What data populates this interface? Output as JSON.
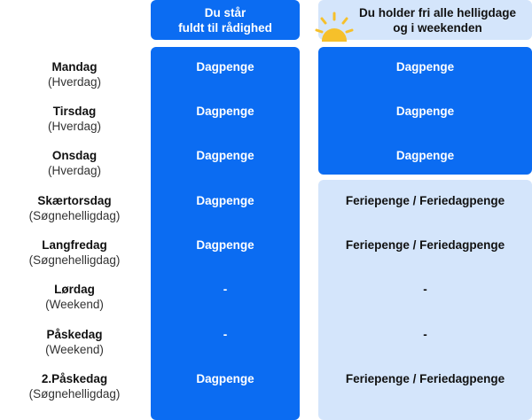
{
  "header": {
    "available_line1": "Du står",
    "available_line2": "fuldt til rådighed",
    "off_line1": "Du holder fri alle helligdage",
    "off_line2": "og i weekenden",
    "sun_icon": "sun-icon"
  },
  "colors": {
    "primary_blue": "#0b6cf2",
    "light_blue": "#d4e5fb",
    "sun_yellow": "#f6c02a"
  },
  "rows": [
    {
      "name": "Mandag",
      "type": "(Hverdag)",
      "available": "Dagpenge",
      "off": "Dagpenge"
    },
    {
      "name": "Tirsdag",
      "type": "(Hverdag)",
      "available": "Dagpenge",
      "off": "Dagpenge"
    },
    {
      "name": "Onsdag",
      "type": "(Hverdag)",
      "available": "Dagpenge",
      "off": "Dagpenge"
    },
    {
      "name": "Skærtorsdag",
      "type": "(Søgnehelligdag)",
      "available": "Dagpenge",
      "off": "Feriepenge / Feriedagpenge"
    },
    {
      "name": "Langfredag",
      "type": "(Søgnehelligdag)",
      "available": "Dagpenge",
      "off": "Feriepenge / Feriedagpenge"
    },
    {
      "name": "Lørdag",
      "type": "(Weekend)",
      "available": "-",
      "off": "-"
    },
    {
      "name": "Påskedag",
      "type": "(Weekend)",
      "available": "-",
      "off": "-"
    },
    {
      "name": "2.Påskedag",
      "type": "(Søgnehelligdag)",
      "available": "Dagpenge",
      "off": "Feriepenge / Feriedagpenge"
    }
  ]
}
